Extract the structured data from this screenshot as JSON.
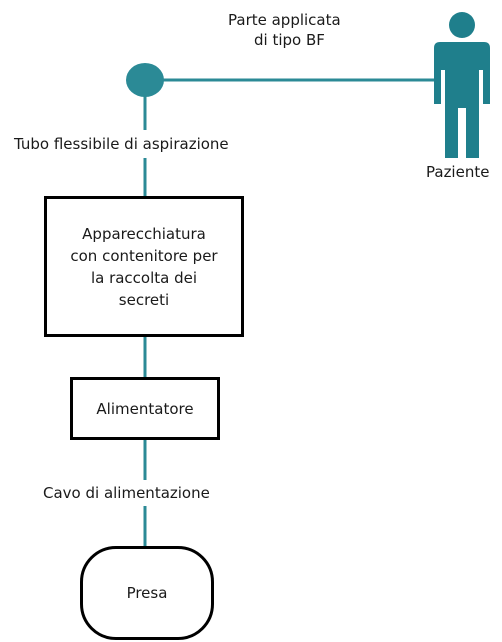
{
  "applied_part_label": [
    "Parte applicata",
    "di tipo BF"
  ],
  "tube_label": "Tubo flessibile di aspirazione",
  "patient_label": "Paziente",
  "equipment_label": [
    "Apparecchiatura",
    "con contenitore per",
    "la raccolta dei",
    "secreti"
  ],
  "power_supply_label": "Alimentatore",
  "cable_label": "Cavo di alimentazione",
  "outlet_label": "Presa",
  "colors": {
    "connector": "#2b8a96",
    "patient_icon": "#1f7f8c",
    "box_border": "#000000"
  },
  "icons": {
    "applied_part": "filled-circle-icon",
    "patient": "person-icon"
  }
}
